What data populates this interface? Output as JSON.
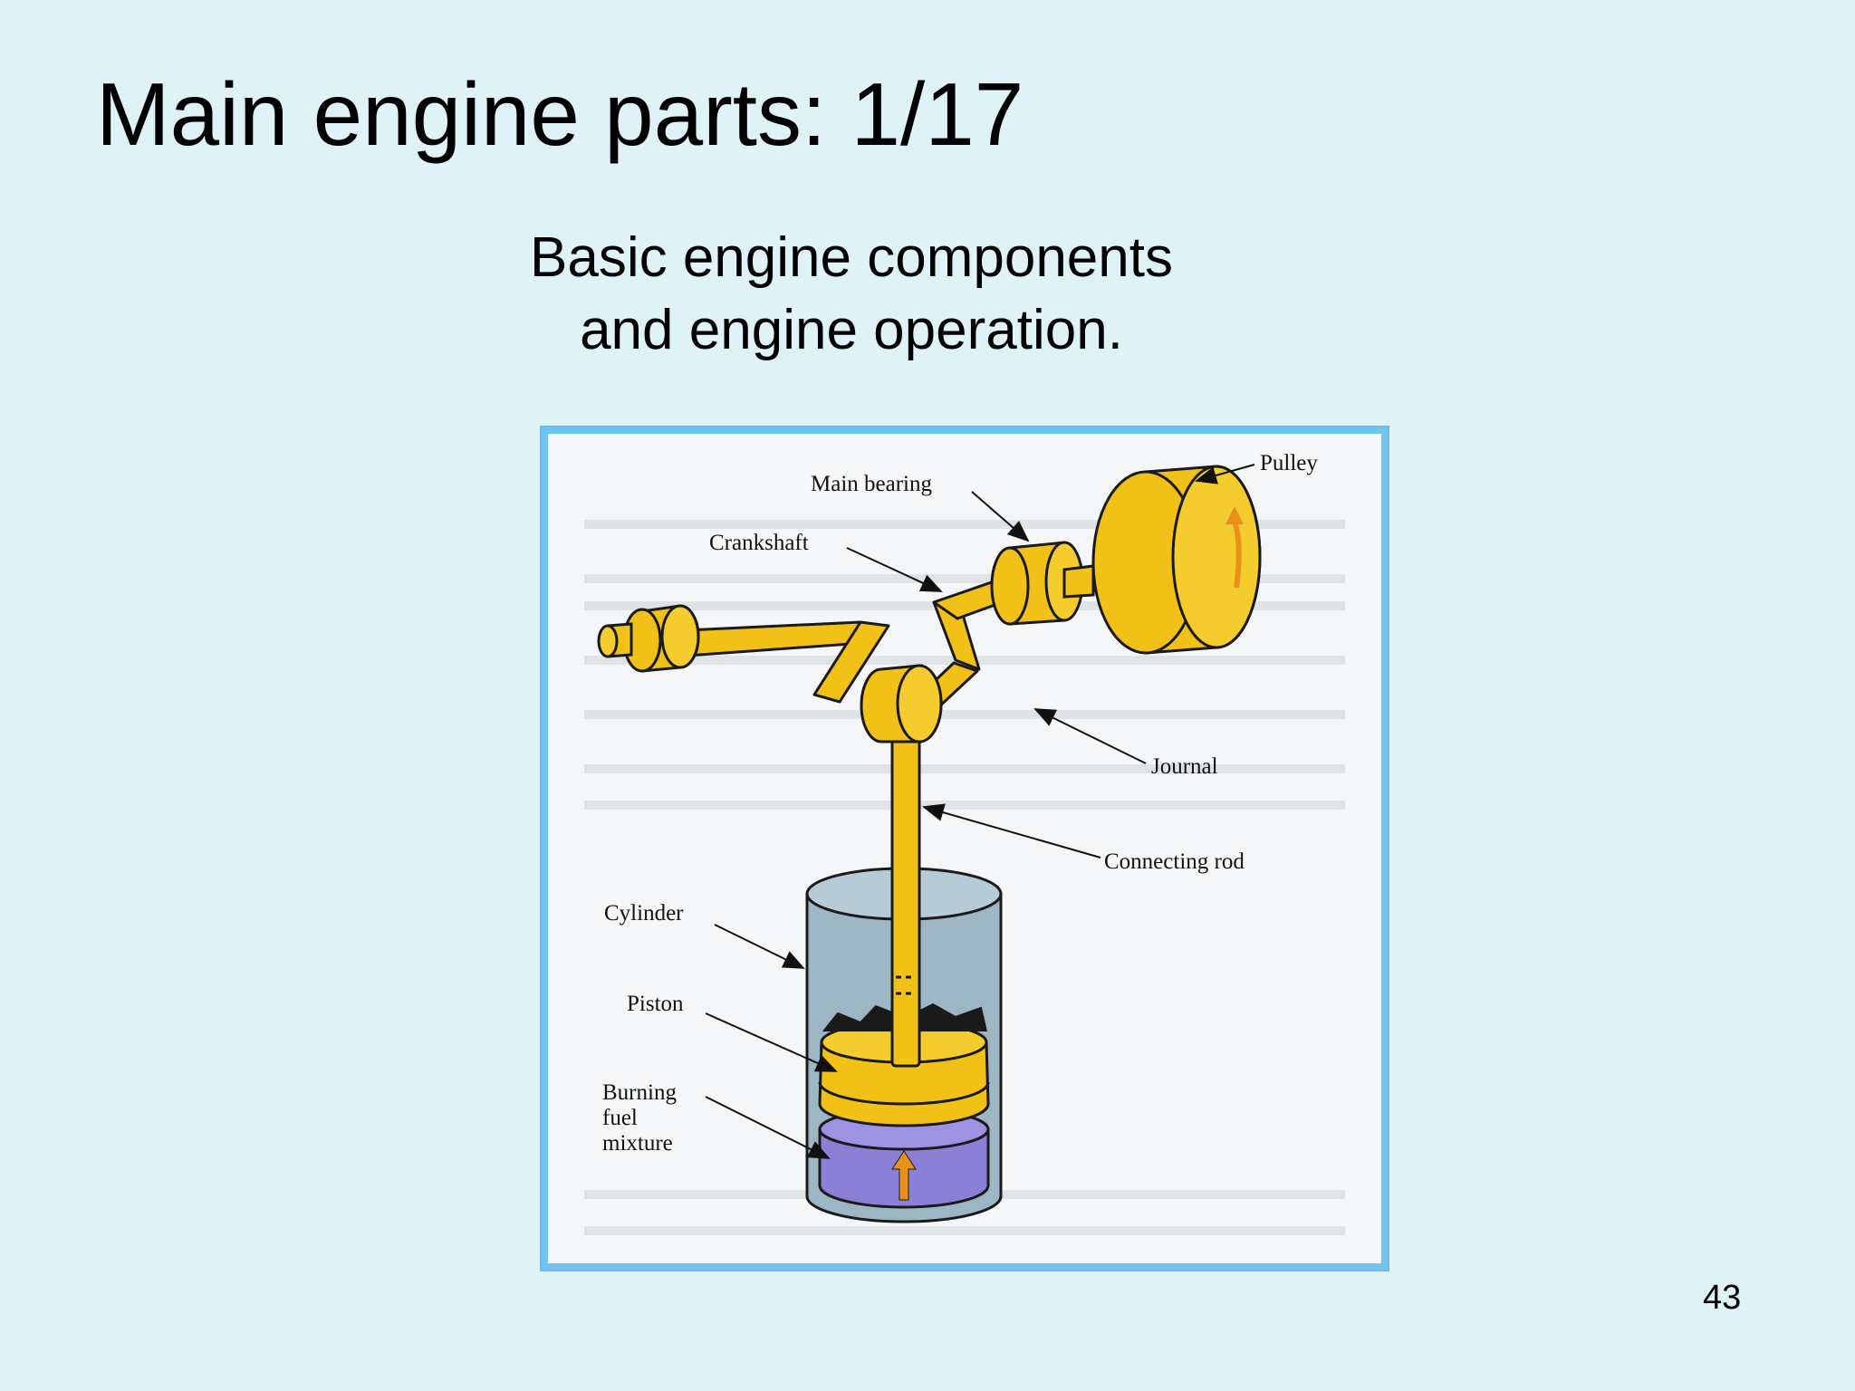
{
  "slide": {
    "title": "Main engine parts: 1/17",
    "subtitle_line1": "Basic engine components",
    "subtitle_line2": "and engine operation.",
    "page_number": "43"
  },
  "diagram": {
    "labels": {
      "pulley": "Pulley",
      "main_bearing": "Main bearing",
      "crankshaft": "Crankshaft",
      "journal": "Journal",
      "connecting_rod": "Connecting rod",
      "cylinder": "Cylinder",
      "piston": "Piston",
      "burning_1": "Burning",
      "burning_2": "fuel",
      "burning_3": "mixture"
    },
    "colors": {
      "metal": "#f2c117",
      "outline": "#1a1a1a",
      "cylinder": "#9db6c4",
      "fuel": "#8b7fd6",
      "arrow": "#e8901a"
    }
  }
}
